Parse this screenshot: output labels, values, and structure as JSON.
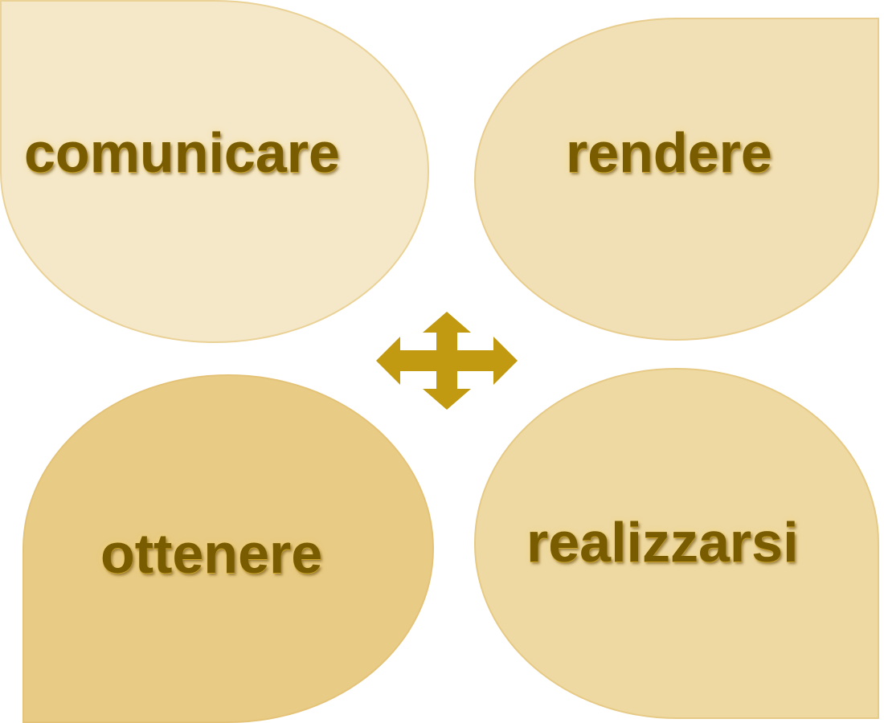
{
  "labels": {
    "top_left": "comunicare",
    "top_right": "rendere",
    "bottom_left": "ottenere",
    "bottom_right": "realizzarsi"
  },
  "colors": {
    "top_left_fill": "#f5e8c8",
    "top_right_fill": "#f1e0b5",
    "bottom_left_fill": "#e8cb85",
    "bottom_right_fill": "#eed9a3",
    "text": "#7a5c00",
    "arrow": "#c19a12"
  },
  "icons": {
    "center": "four-way-arrow-icon"
  }
}
